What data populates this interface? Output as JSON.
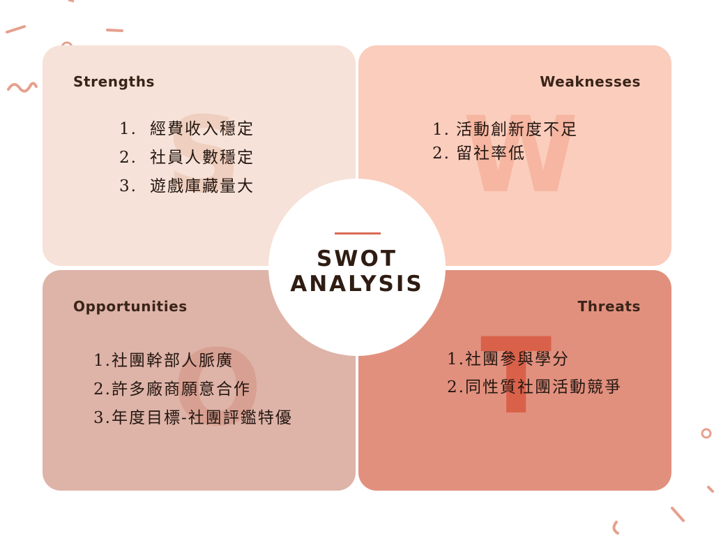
{
  "colors": {
    "strengths_bg": "#f6e2d8",
    "weaknesses_bg": "#fbcdbd",
    "opportunities_bg": "#deb3a8",
    "threats_bg": "#e2907e",
    "accent": "#d96a55",
    "text": "#231711"
  },
  "center": {
    "line1": "SWOT",
    "line2": "ANALYSIS"
  },
  "strengths": {
    "heading": "Strengths",
    "letter": "S",
    "items": [
      {
        "num": "1.",
        "text": "經費收入穩定"
      },
      {
        "num": "2.",
        "text": "社員人數穩定"
      },
      {
        "num": "3.",
        "text": "遊戲庫藏量大"
      }
    ]
  },
  "weaknesses": {
    "heading": "Weaknesses",
    "letter": "W",
    "items": [
      {
        "num": "1.",
        "text": "活動創新度不足"
      },
      {
        "num": "2.",
        "text": "留社率低"
      }
    ]
  },
  "opportunities": {
    "heading": "Opportunities",
    "letter": "O",
    "items": [
      {
        "num": "1.",
        "text": "社團幹部人脈廣"
      },
      {
        "num": "2.",
        "text": "許多廠商願意合作"
      },
      {
        "num": "3.",
        "text": "年度目標-社團評鑑特優"
      }
    ]
  },
  "threats": {
    "heading": "Threats",
    "letter": "T",
    "items": [
      {
        "num": "1.",
        "text": "社團參與學分"
      },
      {
        "num": "2.",
        "text": "同性質社團活動競爭"
      }
    ]
  }
}
